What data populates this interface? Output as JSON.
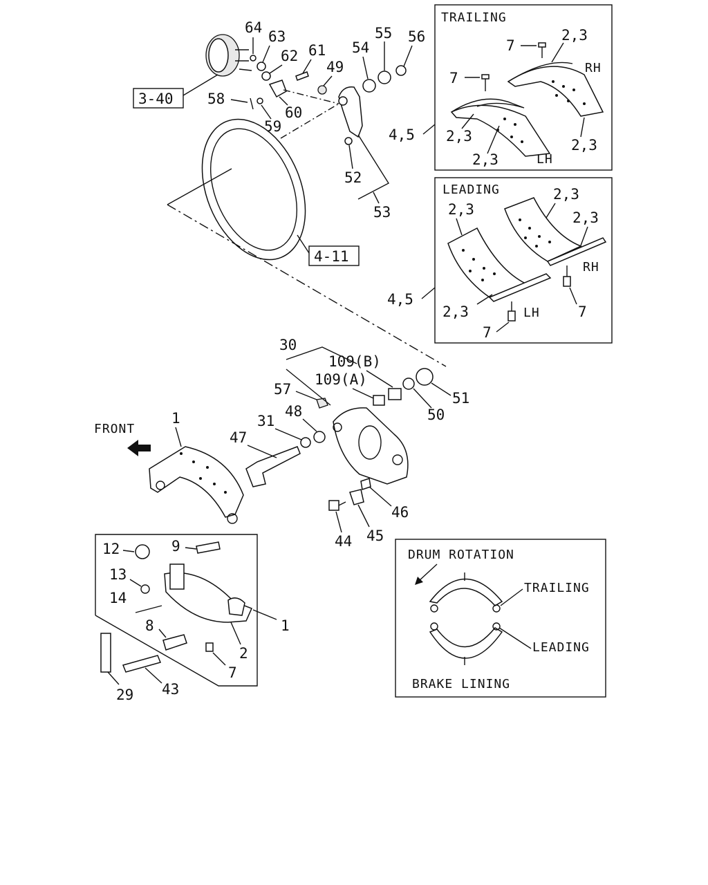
{
  "panels": {
    "trailing": {
      "title": "TRAILING",
      "rh": "RH",
      "lh": "LH"
    },
    "leading": {
      "title": "LEADING",
      "rh": "RH",
      "lh": "LH"
    },
    "rotation": {
      "title": "DRUM ROTATION",
      "trailing": "TRAILING",
      "leading": "LEADING",
      "footer": "BRAKE LINING"
    }
  },
  "refs": {
    "r340": "3-40",
    "r411": "4-11"
  },
  "front_label": "FRONT",
  "callouts": {
    "c64": "64",
    "c63": "63",
    "c62": "62",
    "c61": "61",
    "c49": "49",
    "c54": "54",
    "c55": "55",
    "c56": "56",
    "c58": "58",
    "c59": "59",
    "c60": "60",
    "c52": "52",
    "c53": "53",
    "t7": "7",
    "t7b": "7",
    "t23a": "2,3",
    "t23b": "2,3",
    "t23c": "2,3",
    "t23d": "2,3",
    "t45": "4,5",
    "l23a": "2,3",
    "l23b": "2,3",
    "l23c": "2,3",
    "l23d": "2,3",
    "l45": "4,5",
    "l7a": "7",
    "l7b": "7",
    "c30": "30",
    "c109b": "109(B)",
    "c109a": "109(A)",
    "c57": "57",
    "c51": "51",
    "c50": "50",
    "c31": "31",
    "c48": "48",
    "c47": "47",
    "c1a": "1",
    "c46": "46",
    "c44": "44",
    "c45": "45",
    "c12": "12",
    "c9": "9",
    "c13": "13",
    "c14": "14",
    "c1b": "1",
    "c8": "8",
    "c2": "2",
    "c7": "7",
    "c29": "29",
    "c43": "43"
  }
}
